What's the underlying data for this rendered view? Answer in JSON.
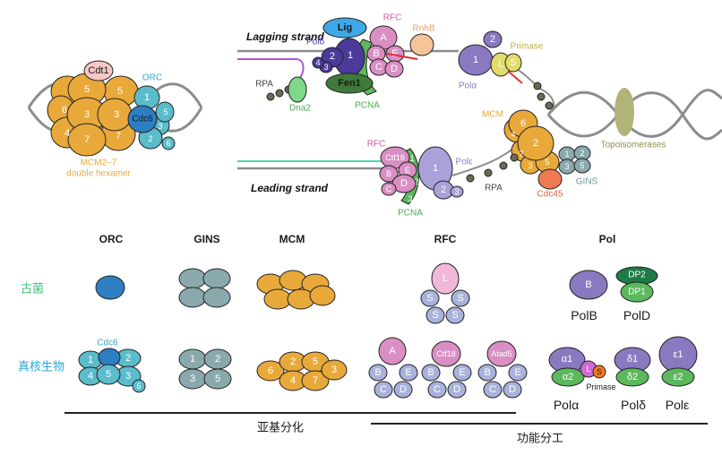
{
  "replisome": {
    "mcm_ring": [
      "5",
      "6",
      "3",
      "3",
      "4",
      "7",
      "7"
    ],
    "cdt1": "Cdt1",
    "orc": "ORC",
    "orc_subunits": [
      "1",
      "Cdc6",
      "5",
      "3",
      "2",
      "6"
    ],
    "mcm_caption_1": "MCM2–7",
    "mcm_caption_2": "double hexamer",
    "lagging_strand": "Lagging strand",
    "leading_strand": "Leading strand",
    "lig": "Lig",
    "rfc_top": "RFC",
    "rfc_top_subunits": [
      "A",
      "B",
      "E",
      "C",
      "D"
    ],
    "rnhb": "RnhB",
    "pol_delta": "Polδ",
    "pol_delta_subunits": [
      "1",
      "2",
      "3",
      "4"
    ],
    "fen1": "Fen1",
    "pcna_top": "PCNA",
    "pcna_top_digits": [
      "1",
      "2",
      "3"
    ],
    "rpa_left": "RPA",
    "dna2": "Dna2",
    "pol_alpha": "Polα",
    "pol_alpha_subunits": [
      "1",
      "2"
    ],
    "primase": "Primase",
    "primase_subunits": [
      "L",
      "S"
    ],
    "topoisomerases": "Topoisomerases",
    "mcm_label": "MCM",
    "mcm_fork_subunits": [
      "6",
      "4",
      "2",
      "7",
      "3",
      "5"
    ],
    "gins": "GINS",
    "gins_subunits": [
      "1",
      "2",
      "3",
      "5"
    ],
    "cdc45": "Cdc45",
    "rpa_right": "RPA",
    "rfc_bottom": "RFC",
    "rfc_bottom_subunits": [
      "Ctf18",
      "E",
      "B",
      "D",
      "C"
    ],
    "pol_epsilon": "Polε",
    "pol_epsilon_subunits": [
      "1",
      "2",
      "3"
    ],
    "pcna_bottom": "PCNA",
    "pcna_bottom_digits": [
      "1",
      "2",
      "3"
    ]
  },
  "comparison": {
    "columns": [
      "ORC",
      "GINS",
      "MCM",
      "RFC",
      "Pol"
    ],
    "archaea": "古菌",
    "eukaryote": "真核生物",
    "arch_rfc_subunits": [
      "L",
      "S",
      "S",
      "S",
      "S"
    ],
    "arch_polb": "B",
    "arch_dp2": "DP2",
    "arch_dp1": "DP1",
    "polb_caption": "PolB",
    "pold_caption": "PolD",
    "euk_orc_label": "Cdc6",
    "euk_orc_subunits": [
      "1",
      "2",
      "4",
      "5",
      "3",
      "6"
    ],
    "euk_gins_subunits": [
      "1",
      "2",
      "3",
      "5"
    ],
    "euk_mcm_subunits": [
      "2",
      "5",
      "6",
      "4",
      "7",
      "3"
    ],
    "rfc_large": [
      "A",
      "Ctf18",
      "Atad5"
    ],
    "rfc_small_top": [
      "B",
      "E"
    ],
    "rfc_small_bottom": [
      "C",
      "D"
    ],
    "pol_alpha_subunits": [
      "α1",
      "α2"
    ],
    "primase_subunits": [
      "L",
      "S"
    ],
    "primase": "Primase",
    "pol_delta_subunits": [
      "δ1",
      "δ2"
    ],
    "pol_epsilon_subunits": [
      "ε1",
      "ε2"
    ],
    "pol_alpha_caption": "Polα",
    "pol_delta_caption": "Polδ",
    "pol_epsilon_caption": "Polε",
    "group_subunit": "亚基分化",
    "group_function": "功能分工"
  },
  "colors": {
    "mcm": "#e9a93a",
    "orc_teal": "#5bbccb",
    "cdc6_blue": "#2e7ec2",
    "cdt1_pink": "#f5c7c7",
    "pol_purple": "#8a79c0",
    "pol_delta_dark": "#4b3a9a",
    "rfc_pink": "#d98fc4",
    "pcna_green": "#5cb85c",
    "fen1_green": "#3f7a3a",
    "lig_blue": "#3ea9e6",
    "rnhb_peach": "#f4c59a",
    "dna2_green": "#7fd78a",
    "primase_yellow": "#e1dc6a",
    "gins_gray": "#8aa9ad",
    "cdc45_orange": "#f07a54",
    "topo_olive": "#b1b478",
    "rfc_lilac": "#a9b2dc",
    "arch_dp2": "#1e7a46",
    "orc_label": "#3aa6c9",
    "archaea_label": "#3fbf7c",
    "eukaryote_label": "#2aa7d9"
  }
}
